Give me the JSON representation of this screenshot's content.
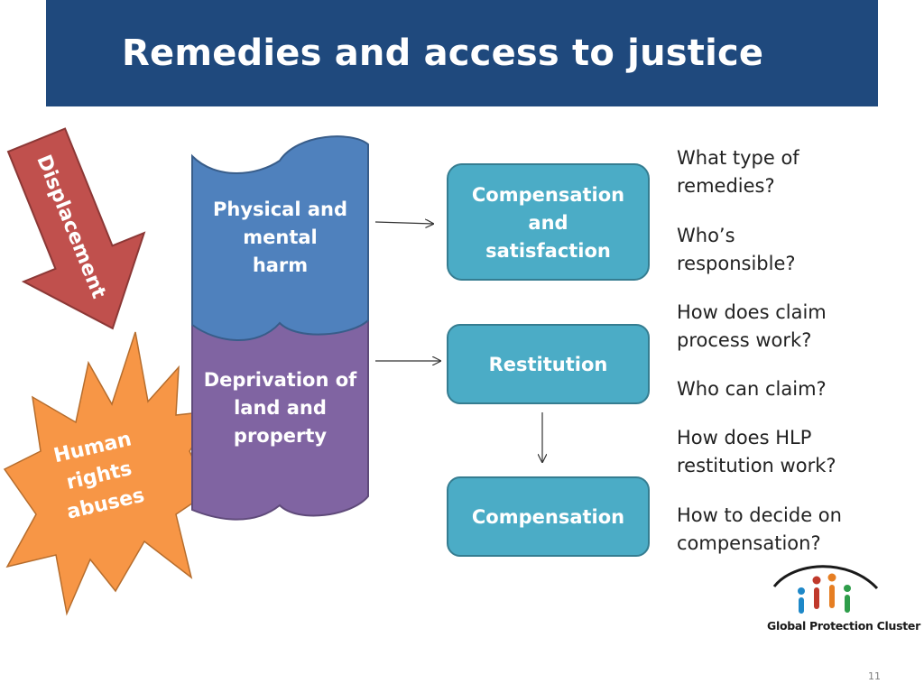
{
  "header": {
    "title": "Remedies and access to justice"
  },
  "labels": {
    "displacement": "Displacement",
    "human_rights_abuses": [
      "Human",
      "rights",
      "abuses"
    ]
  },
  "harms": [
    {
      "label": [
        "Physical and",
        "mental",
        "harm"
      ],
      "color": "#4f81bd"
    },
    {
      "label": [
        "Deprivation of",
        "land and",
        "property"
      ],
      "color": "#8064a2"
    }
  ],
  "remedies": [
    {
      "label": [
        "Compensation",
        "and",
        "satisfaction"
      ]
    },
    {
      "label": [
        "Restitution"
      ]
    },
    {
      "label": [
        "Compensation"
      ]
    }
  ],
  "questions": [
    [
      "What type of",
      "remedies?"
    ],
    [
      "Who’s",
      "responsible?"
    ],
    [
      "How does claim",
      "process work?"
    ],
    [
      "Who can claim?"
    ],
    [
      "How does HLP",
      "restitution work?"
    ],
    [
      "How to decide on",
      "compensation?"
    ]
  ],
  "logo": {
    "name": "Global Protection Cluster",
    "icon": "people-arch-icon"
  },
  "page_number": "11",
  "colors": {
    "header": "#1f497d",
    "displacement_arrow": "#c0504d",
    "burst": "#f79646",
    "remedy_box": "#4bacc6"
  }
}
